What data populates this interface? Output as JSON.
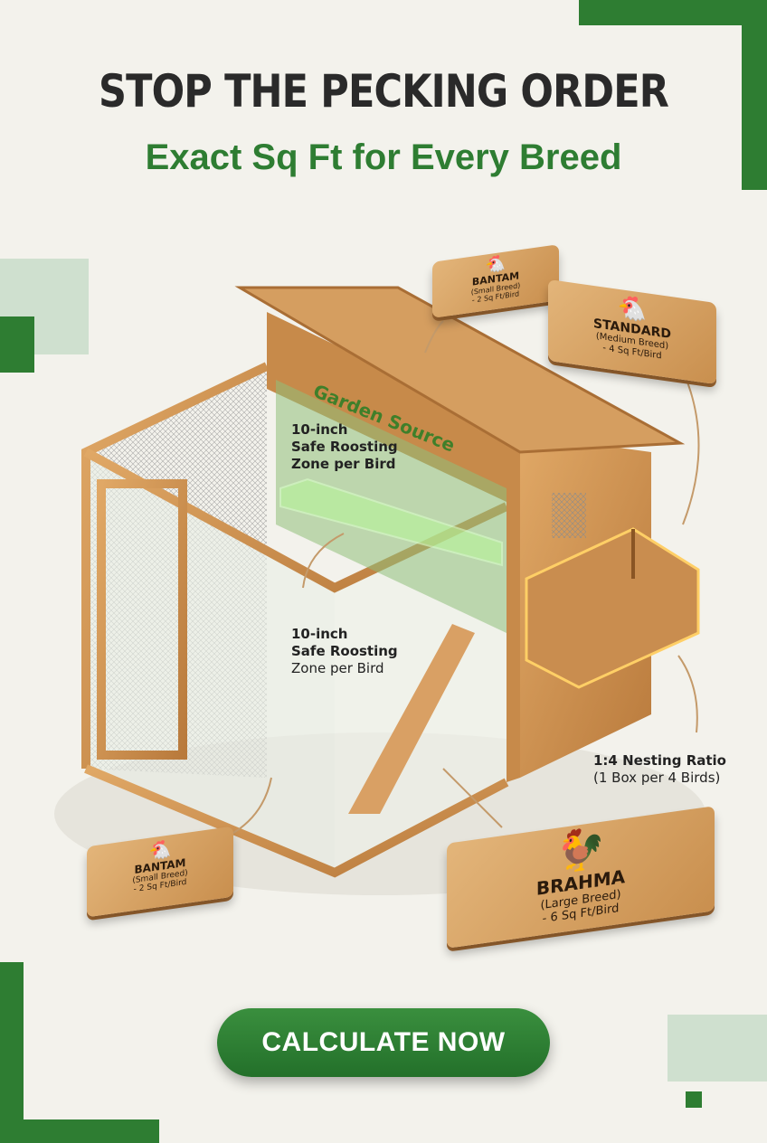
{
  "header": {
    "title": "STOP THE PECKING ORDER",
    "subtitle": "Exact Sq Ft for Every Breed"
  },
  "coop": {
    "brand": "Garden Source",
    "roost_label_top": {
      "line1": "10-inch",
      "line2": "Safe Roosting",
      "line3": "Zone per Bird"
    },
    "roost_label_mid": {
      "line1": "10-inch",
      "line2": "Safe Roosting",
      "line3": "Zone per Bird"
    },
    "nesting_label": {
      "line1": "1:4 Nesting Ratio",
      "line2": "(1 Box per 4 Birds)"
    }
  },
  "tags": [
    {
      "name": "BANTAM",
      "size": "(Small Breed)",
      "space": "- 2 Sq Ft/Bird"
    },
    {
      "name": "STANDARD",
      "size": "(Medium Breed)",
      "space": "- 4 Sq Ft/Bird"
    },
    {
      "name": "BANTAM",
      "size": "(Small Breed)",
      "space": "- 2 Sq Ft/Bird"
    },
    {
      "name": "BRAHMA",
      "size": "(Large Breed)",
      "space": "- 6 Sq Ft/Bird"
    }
  ],
  "cta": {
    "label": "CALCULATE NOW"
  },
  "colors": {
    "brand_green": "#2e7d32",
    "pale_green": "#cfe0cf",
    "wood": "#d39a5a",
    "background": "#f3f2ec"
  }
}
